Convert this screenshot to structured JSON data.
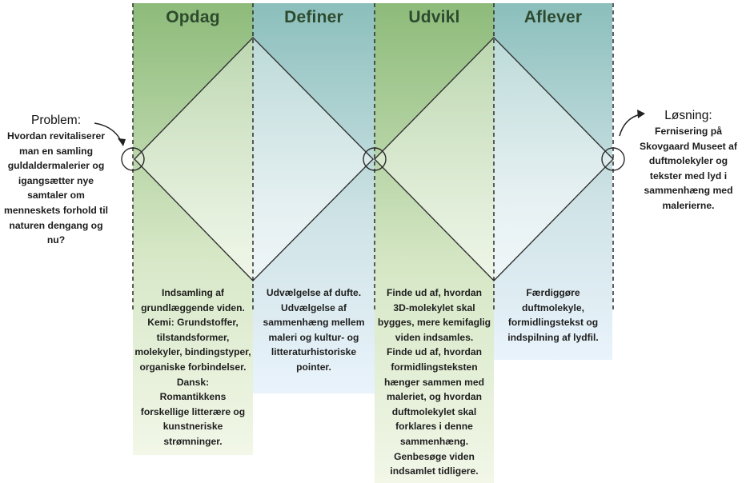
{
  "phases": [
    {
      "title": "Opdag",
      "color": "green",
      "text": "Indsamling af\ngrundlæggende viden.\nKemi: Grundstoffer,\ntilstandsformer,\nmolekyler, bindingstyper,\norganiske forbindelser.\nDansk:\nRomantikkens\nforskellige litterære og\nkunstneriske\nstrømninger."
    },
    {
      "title": "Definer",
      "color": "teal",
      "text": "Udvælgelse af dufte.\nUdvælgelse af\nsammenhæng mellem\nmaleri og kultur- og\nlitteraturhistoriske\npointer."
    },
    {
      "title": "Udvikl",
      "color": "green",
      "text": "Finde ud af, hvordan\n3D-molekylet skal\nbygges, mere kemifaglig\nviden indsamles.\nFinde ud af, hvordan\nformidlingsteksten\nhænger sammen med\nmaleriet, og hvordan\nduftmolekylet skal\nforklares i denne\nsammenhæng.\nGenbesøge viden\nindsamlet tidligere."
    },
    {
      "title": "Aflever",
      "color": "teal",
      "text": "Færdiggøre\nduftmolekyle,\nformidlingstekst og\nindspilning af lydfil."
    }
  ],
  "problem": {
    "heading": "Problem:",
    "text": "Hvordan revitaliserer\nman en samling\nguldaldermalerier og\nigangsætter nye\nsamtaler om\nmenneskets forhold til\nnaturen dengang og\nnu?"
  },
  "solution": {
    "heading": "Løsning:",
    "text": "Fernisering på\nSkovgaard Museet af\nduftmolekyler og\ntekster med lyd i\nsammenhæng med\nmalerierne."
  },
  "colors": {
    "green_top": "#8dbb7a",
    "green_bottom": "#f1f6e6",
    "teal_top": "#8fc0bf",
    "teal_bottom": "#e9f3fb",
    "diamond_fill": "#f3f8f0",
    "outline": "#333333"
  }
}
